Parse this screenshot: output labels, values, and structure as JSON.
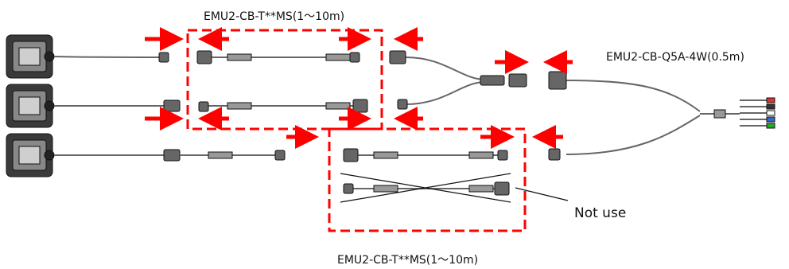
{
  "labels": {
    "top_cable": "EMU2-CB-T**MS(1～10m)",
    "bottom_cable": "EMU2-CB-T**MS(1～10m)",
    "split_cable": "EMU2-CB-Q5A-4W(0.5m)",
    "not_use": "Not use"
  },
  "colors": {
    "accent": "#ff0000",
    "line": "#222222",
    "connector": "#555555"
  }
}
